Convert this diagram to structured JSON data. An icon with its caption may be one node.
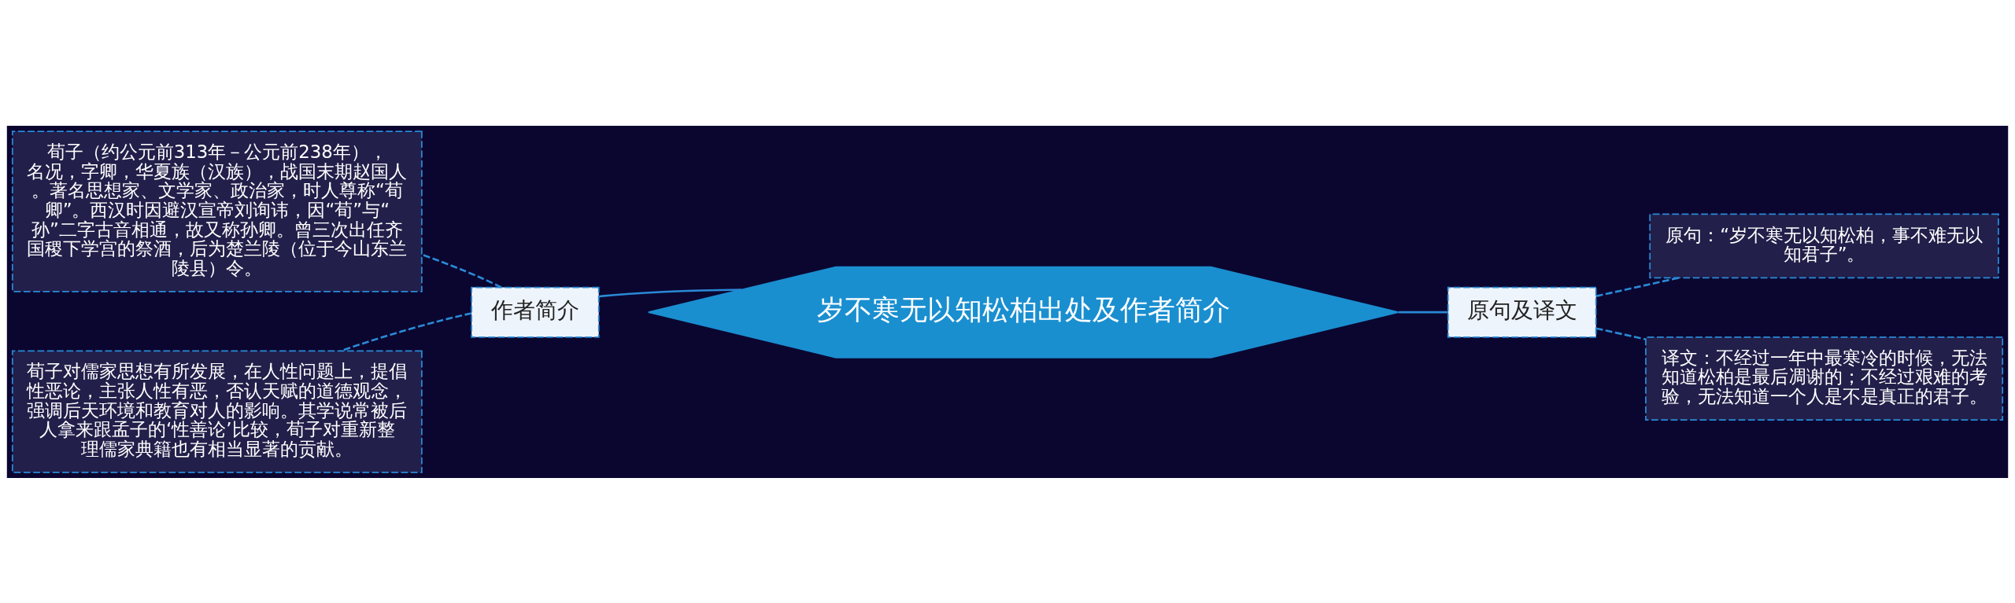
{
  "diagram": {
    "nodes": [
      {
        "text": [
          "岁不寒无以知松柏出处及作者简介"
        ]
      },
      {
        "text": [
          "作者简介"
        ]
      },
      {
        "text": [
          "荀子（约公元前313年－公元前238年），名况，字卿，华夏族（汉族），战国末期赵国人。著名思想家、文学家、政治家，时人尊称“荀卿”。西汉时因避汉宣帝刘询讳，因“荀”与“孙”二字古音相通，故又称孙卿。曾三次出任齐国稷下学宫的祭酒，后为楚兰陵（位于今山东兰陵县）令。"
        ]
      },
      {
        "text": [
          "荀子对儒家思想有所发展，在人性问题上，提倡性恶论，主张人性有恶，否认天赋的道德观念，强调后天环境和教育对人的影响。其学说常被后人拿来跟孟子的‘性善论’比较，荀子对重新整理儒家典籍也有相当显著的贡献。"
        ]
      },
      {
        "text": [
          "原句及译文"
        ]
      },
      {
        "text": [
          "原句：“岁不寒无以知松柏，事不难无以知君子”。"
        ]
      },
      {
        "text": [
          "译文：不经过一年中最寒冷的时候，无法知道松柏是最后凋谢的；不经过艰难的考验，无法知道一个人是不是真正的君子。"
        ]
      }
    ],
    "edges": [
      {
        "from": 0,
        "to": 1,
        "arrow": "none"
      },
      {
        "from": 1,
        "to": 2,
        "arrow": "none",
        "style": "dashed"
      },
      {
        "from": 1,
        "to": 3,
        "arrow": "none",
        "style": "dashed"
      },
      {
        "from": 0,
        "to": 4,
        "arrow": "none"
      },
      {
        "from": 4,
        "to": 5,
        "arrow": "none",
        "style": "dashed"
      },
      {
        "from": 4,
        "to": 6,
        "arrow": "none",
        "style": "dashed"
      }
    ]
  }
}
